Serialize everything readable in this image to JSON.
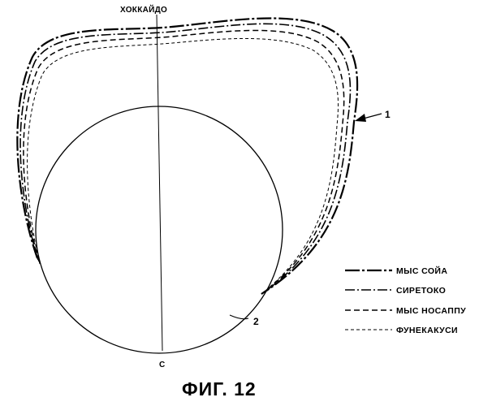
{
  "figure": {
    "caption": "ФИГ. 12",
    "axis": {
      "top_label": "ХОККАЙДО",
      "bottom_label": "С"
    },
    "callouts": [
      {
        "id": "outer-profile",
        "label": "1"
      },
      {
        "id": "inner-circle",
        "label": "2"
      }
    ],
    "legend": [
      {
        "label": "МЫС СОЙА",
        "line_style": "long-dash-dot",
        "stroke_width": "heavy"
      },
      {
        "label": "СИРЕТОКО",
        "line_style": "dash-dot",
        "stroke_width": "medium"
      },
      {
        "label": "МЫС НОСАППУ",
        "line_style": "dashed",
        "stroke_width": "medium"
      },
      {
        "label": "ФУНЕКАКУСИ",
        "line_style": "short-dashed",
        "stroke_width": "thin"
      }
    ]
  }
}
